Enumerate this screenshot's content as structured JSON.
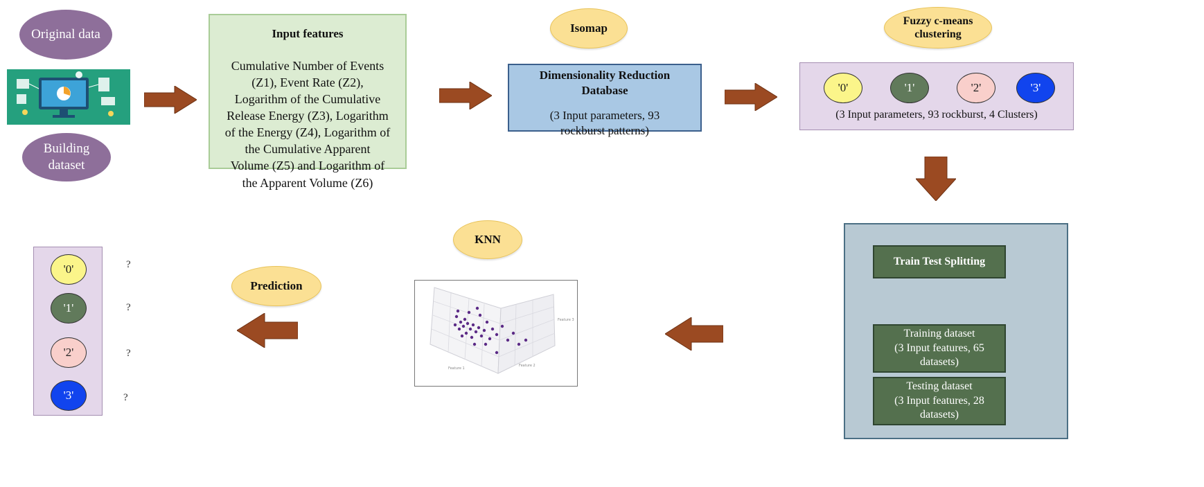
{
  "nodes": {
    "original_data": "Original data",
    "building_dataset": [
      "Building",
      "dataset"
    ],
    "input_features": {
      "title": "Input features",
      "body": [
        "Cumulative Number of Events",
        "(Z1), Event Rate (Z2),",
        "Logarithm of the Cumulative",
        "Release Energy (Z3), Logarithm",
        "of the Energy (Z4), Logarithm of",
        "the Cumulative Apparent",
        "Volume (Z5) and Logarithm of",
        "the Apparent Volume (Z6)"
      ]
    },
    "isomap": "Isomap",
    "dim_reduction": {
      "title": [
        "Dimensionality Reduction",
        "Database"
      ],
      "body": [
        "(3 Input parameters, 93",
        "rockburst patterns)"
      ]
    },
    "fcm": [
      "Fuzzy c-means",
      "clustering"
    ],
    "clusters": {
      "labels": [
        "'0'",
        "'1'",
        "'2'",
        "'3'"
      ],
      "caption": "(3 Input parameters, 93 rockburst, 4 Clusters)"
    },
    "split": {
      "title": "Train Test Splitting",
      "training": [
        "Training dataset",
        "(3 Input features, 65",
        "datasets)"
      ],
      "testing": [
        "Testing dataset",
        "(3 Input features, 28",
        "datasets)"
      ]
    },
    "knn": "KNN",
    "prediction": "Prediction",
    "predicted": {
      "labels": [
        "'0'",
        "'1'",
        "'2'",
        "'3'"
      ],
      "marks": [
        "?",
        "?",
        "?",
        "?"
      ]
    }
  },
  "colors": {
    "arrow": "#9b4a22",
    "arrow_edge": "#6e3214",
    "purple_oval": "#8e6f9a",
    "yellow_oval": "#fbe094",
    "green_box": "#dcecd2",
    "blue_box": "#a9c8e4",
    "lavender_box": "#e4d7ea",
    "grey_box": "#b8c9d3",
    "dark_green": "#54704e",
    "cluster_0": "#fbf58a",
    "cluster_1": "#617a5b",
    "cluster_2": "#f9cfcb",
    "cluster_3": "#1144ee",
    "plot_points": "#5b2a86"
  },
  "icons": [
    "computer-data-icon",
    "scatter-3d-plot-thumbnail",
    "block-arrow-icon"
  ]
}
